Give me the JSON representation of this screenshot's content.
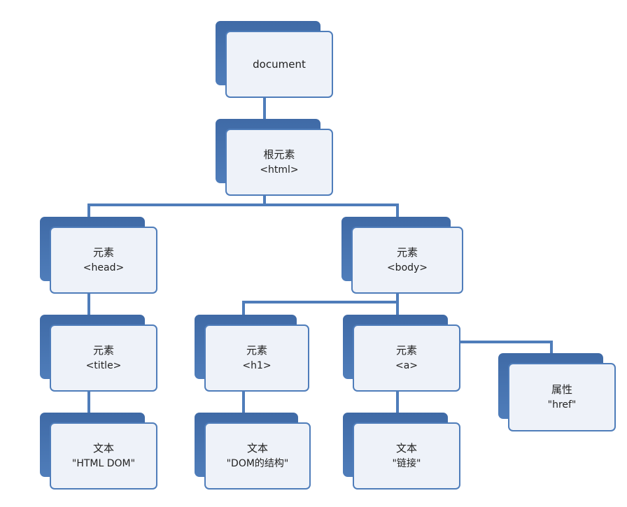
{
  "nodes": {
    "document": {
      "line1": "document"
    },
    "html": {
      "line1": "根元素",
      "line2": "<html>"
    },
    "head": {
      "line1": "元素",
      "line2": "<head>"
    },
    "body": {
      "line1": "元素",
      "line2": "<body>"
    },
    "title": {
      "line1": "元素",
      "line2": "<title>"
    },
    "h1": {
      "line1": "元素",
      "line2": "<h1>"
    },
    "a": {
      "line1": "元素",
      "line2": "<a>"
    },
    "href": {
      "line1": "属性",
      "line2": "\"href\""
    },
    "text_title": {
      "line1": "文本",
      "line2": "\"HTML DOM\""
    },
    "text_h1": {
      "line1": "文本",
      "line2": "\"DOM的结构\""
    },
    "text_a": {
      "line1": "文本",
      "line2": "\"链接\""
    }
  },
  "colors": {
    "accent": "#4f7dba",
    "fill": "#eef2f9",
    "connector": "#4f7dba"
  }
}
